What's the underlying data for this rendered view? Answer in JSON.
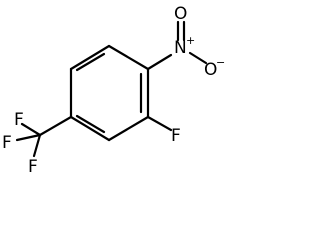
{
  "molecule": {
    "atoms": {
      "nitro_n": "N",
      "nitro_n_charge": "+",
      "nitro_o_top": "O",
      "nitro_o_right": "O",
      "nitro_o_right_charge": "−",
      "fluoro": "F",
      "cf3_f_top": "F",
      "cf3_f_left": "F",
      "cf3_f_bottom": "F"
    },
    "colors": {
      "stroke": "#000000",
      "background": "#ffffff"
    }
  }
}
